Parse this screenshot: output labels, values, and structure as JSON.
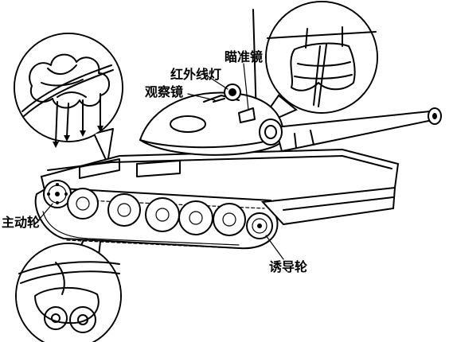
{
  "labels": {
    "sight": "瞄准镜",
    "infrared_light": "红外线灯",
    "observation_scope": "观察镜",
    "drive_wheel": "主动轮",
    "idler_wheel": "诱导轮"
  },
  "colors": {
    "ink": "#000000",
    "paper": "#ffffff"
  }
}
